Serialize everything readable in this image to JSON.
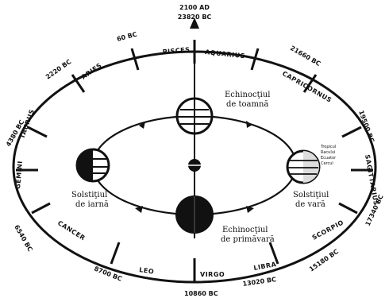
{
  "top_dates": {
    "line1": "2100 AD",
    "line2": "23820 BC"
  },
  "zodiac": [
    "PISCES",
    "AQUARIUS",
    "CAPRICORNUS",
    "SAGITTARIUS",
    "SCORPIO",
    "LIBRA",
    "VIRGO",
    "LEO",
    "CANCER",
    "GEMINI",
    "TAURUS",
    "ARIES"
  ],
  "dates": {
    "ad60": "60 BC",
    "bc2220": "2220 BC",
    "bc4380": "4380 BC",
    "bc6540": "6540 BC",
    "bc8700": "8700 BC",
    "bc10860": "10860 BC",
    "bc13020": "13020 BC",
    "bc15180": "15180 BC",
    "bc17340": "17340 BC",
    "bc19500": "19500 BC",
    "bc21660": "21660 BC"
  },
  "labels": {
    "autumn": [
      "Echinocţiul",
      "de toamnă"
    ],
    "spring": [
      "Echinocţiul",
      "de primăvară"
    ],
    "winter": [
      "Solstiţiul",
      "de iarnă"
    ],
    "summer": [
      "Solstiţiul",
      "de vară"
    ],
    "tiny": [
      "Tropicul",
      "Racului",
      "Ecuator",
      "Cercul"
    ]
  }
}
